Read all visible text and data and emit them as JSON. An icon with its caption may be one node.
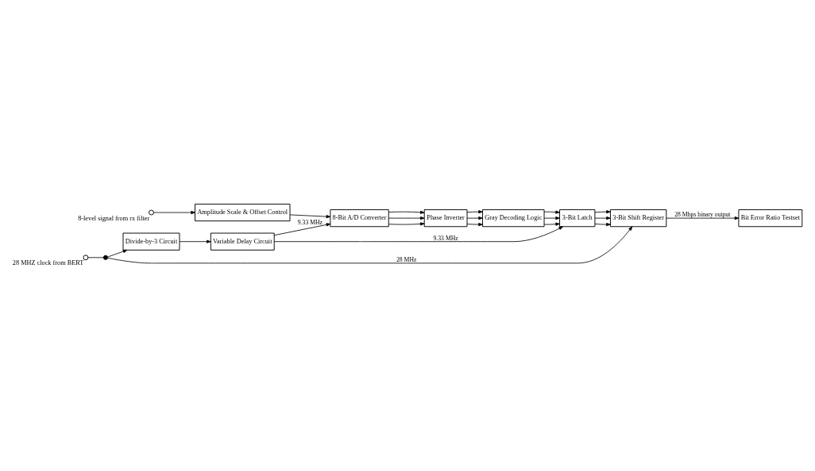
{
  "diagram": {
    "nodes": [
      {
        "text": [],
        "shape": "circle",
        "beside": [
          "8-level signal from rx filter"
        ]
      },
      {
        "text": [
          "Amplitude Scale & Offset Control"
        ]
      },
      {
        "text": [
          "8-Bit A/D Converter"
        ]
      },
      {
        "text": [
          "Phase Inverter"
        ]
      },
      {
        "text": [
          "Gray Decoding Logic"
        ]
      },
      {
        "text": [
          "3-Bit Latch"
        ]
      },
      {
        "text": [
          "3-Bit Shift Register"
        ]
      },
      {
        "text": [
          "Bit Error Ratio Testset"
        ]
      },
      {
        "text": [
          "Variable Delay Circuit"
        ]
      },
      {
        "text": [
          "Divide-by-3 Circuit"
        ]
      },
      {
        "text": [],
        "shape": "dot"
      },
      {
        "text": [],
        "shape": "circle",
        "beside": [
          "28 MHZ clock from BERT"
        ]
      }
    ],
    "edges": [
      {
        "from": 0,
        "to": 1,
        "arrow": "to"
      },
      {
        "from": 1,
        "to": 2,
        "arrow": "to"
      },
      {
        "from": 2,
        "to": 3,
        "arrow": "to"
      },
      {
        "from": 2,
        "to": 3,
        "arrow": "to"
      },
      {
        "from": 2,
        "to": 3,
        "arrow": "to"
      },
      {
        "from": 3,
        "to": 4,
        "arrow": "to"
      },
      {
        "from": 3,
        "to": 4,
        "arrow": "to"
      },
      {
        "from": 3,
        "to": 4,
        "arrow": "to"
      },
      {
        "from": 4,
        "to": 5,
        "arrow": "to"
      },
      {
        "from": 4,
        "to": 5,
        "arrow": "to"
      },
      {
        "from": 4,
        "to": 5,
        "arrow": "to"
      },
      {
        "from": 5,
        "to": 6,
        "arrow": "to"
      },
      {
        "from": 5,
        "to": 6,
        "arrow": "to"
      },
      {
        "from": 5,
        "to": 6,
        "arrow": "to"
      },
      {
        "from": 6,
        "to": 7,
        "label": "28 Mbps binary output",
        "arrow": "to"
      },
      {
        "from": 8,
        "to": 2,
        "label": "9.33 MHz",
        "arrow": "to"
      },
      {
        "from": 8,
        "to": 5,
        "label": "9.33 MHz",
        "arrow": "to"
      },
      {
        "from": 9,
        "to": 8,
        "arrow": "to"
      },
      {
        "from": 11,
        "to": 10,
        "arrow": "none"
      },
      {
        "from": 10,
        "to": 9,
        "arrow": "to"
      },
      {
        "from": 10,
        "to": 6,
        "label": "28 MHz",
        "arrow": "to"
      }
    ]
  }
}
